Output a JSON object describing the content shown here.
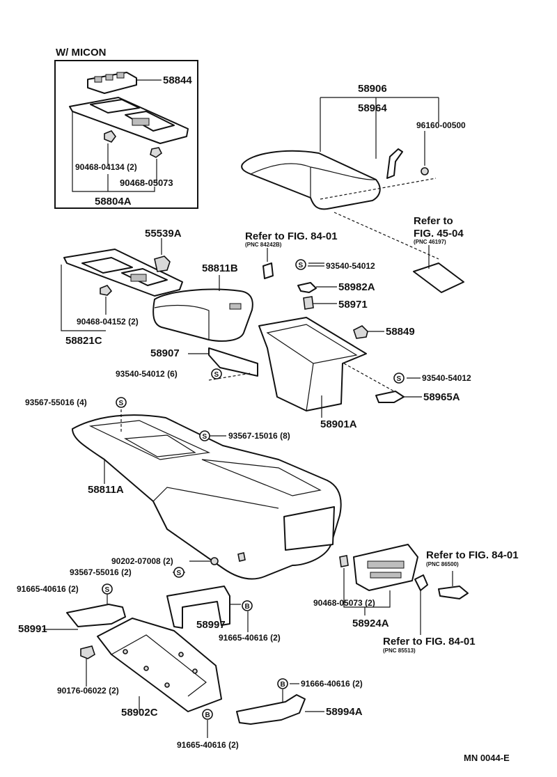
{
  "page_footer": "MN 0044-E",
  "micon_box_title": "W/ MICON",
  "labels": {
    "p58844": "58844",
    "p90468_04134": "90468-04134 (2)",
    "p90468_05073_inset": "90468-05073",
    "p58804A": "58804A",
    "p58906": "58906",
    "p58964": "58964",
    "p96160": "96160-00500",
    "refer_fig45": "Refer to",
    "refer_fig45_b": "FIG. 45-04",
    "refer_fig45_pnc": "(PNC 46197)",
    "p55539A": "55539A",
    "refer_84_1": "Refer to FIG. 84-01",
    "refer_84_1_pnc": "(PNC 84242B)",
    "p58811B": "58811B",
    "p93540_a": "93540-54012",
    "p58982A": "58982A",
    "p58971": "58971",
    "p90468_04152": "90468-04152 (2)",
    "p58821C": "58821C",
    "p58849": "58849",
    "p58907": "58907",
    "p93540_6": "93540-54012 (6)",
    "p93540_b": "93540-54012",
    "p58965A": "58965A",
    "p93567_55016_4": "93567-55016 (4)",
    "p58901A": "58901A",
    "p93567_15016": "93567-15016 (8)",
    "p58811A": "58811A",
    "refer_84_2": "Refer to FIG. 84-01",
    "refer_84_2_pnc": "(PNC 86500)",
    "p90202": "90202-07008 (2)",
    "p93567_55016_2": "93567-55016 (2)",
    "p91665_40616_a": "91665-40616 (2)",
    "p58997": "58997",
    "p91665_40616_b": "91665-40616 (2)",
    "p90468_05073_2": "90468-05073 (2)",
    "p58924A": "58924A",
    "p58991": "58991",
    "refer_84_3": "Refer to FIG. 84-01",
    "refer_84_3_pnc": "(PNC 85513)",
    "p90176": "90176-06022 (2)",
    "p91666": "91666-40616 (2)",
    "p58902C": "58902C",
    "p58994A": "58994A",
    "p91665_40616_c": "91665-40616 (2)"
  },
  "symbols": {
    "s": "S",
    "b": "B"
  }
}
